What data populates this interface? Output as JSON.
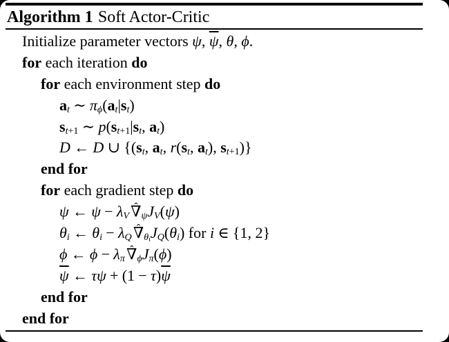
{
  "colors": {
    "background": "#000000",
    "card": "#ffffff",
    "ink": "#000000"
  },
  "header": {
    "label": "Algorithm 1",
    "title": "Soft Actor-Critic"
  },
  "algorithm": {
    "lines": [
      {
        "indent": 0,
        "segments": [
          {
            "t": "Initialize parameter vectors ",
            "s": "rm"
          },
          {
            "t": "ψ",
            "s": "it"
          },
          {
            "t": ", ",
            "s": "rm"
          },
          {
            "t": "ψ",
            "s": "bar"
          },
          {
            "t": ", ",
            "s": "rm"
          },
          {
            "t": "θ",
            "s": "it"
          },
          {
            "t": ", ",
            "s": "rm"
          },
          {
            "t": "ϕ",
            "s": "it"
          },
          {
            "t": ".",
            "s": "rm"
          }
        ]
      },
      {
        "indent": 0,
        "segments": [
          {
            "t": "for",
            "s": "kw"
          },
          {
            "t": " each iteration ",
            "s": "rm"
          },
          {
            "t": "do",
            "s": "kw"
          }
        ]
      },
      {
        "indent": 1,
        "segments": [
          {
            "t": "for",
            "s": "kw"
          },
          {
            "t": " each environment step ",
            "s": "rm"
          },
          {
            "t": "do",
            "s": "kw"
          }
        ]
      },
      {
        "indent": 2,
        "segments": [
          {
            "t": "a",
            "s": "bf"
          },
          {
            "t": "t",
            "s": "sub"
          },
          {
            "t": "∼",
            "s": "op"
          },
          {
            "t": "π",
            "s": "it"
          },
          {
            "t": "ϕ",
            "s": "sub"
          },
          {
            "t": "(",
            "s": "rm"
          },
          {
            "t": "a",
            "s": "bf"
          },
          {
            "t": "t",
            "s": "sub"
          },
          {
            "t": "|",
            "s": "rm"
          },
          {
            "t": "s",
            "s": "bf"
          },
          {
            "t": "t",
            "s": "sub"
          },
          {
            "t": ")",
            "s": "rm"
          }
        ]
      },
      {
        "indent": 2,
        "segments": [
          {
            "t": "s",
            "s": "bf"
          },
          {
            "t": "t",
            "s": "sub"
          },
          {
            "t": "+1",
            "s": "subrm"
          },
          {
            "t": "∼",
            "s": "op"
          },
          {
            "t": "p",
            "s": "it"
          },
          {
            "t": "(",
            "s": "rm"
          },
          {
            "t": "s",
            "s": "bf"
          },
          {
            "t": "t",
            "s": "sub"
          },
          {
            "t": "+1",
            "s": "subrm"
          },
          {
            "t": "|",
            "s": "rm"
          },
          {
            "t": "s",
            "s": "bf"
          },
          {
            "t": "t",
            "s": "sub"
          },
          {
            "t": ", ",
            "s": "rm"
          },
          {
            "t": "a",
            "s": "bf"
          },
          {
            "t": "t",
            "s": "sub"
          },
          {
            "t": ")",
            "s": "rm"
          }
        ]
      },
      {
        "indent": 2,
        "segments": [
          {
            "t": "D",
            "s": "cal"
          },
          {
            "t": "←",
            "s": "op"
          },
          {
            "t": "D",
            "s": "cal"
          },
          {
            "t": "∪",
            "s": "op"
          },
          {
            "t": "{(",
            "s": "rm"
          },
          {
            "t": "s",
            "s": "bf"
          },
          {
            "t": "t",
            "s": "sub"
          },
          {
            "t": ", ",
            "s": "rm"
          },
          {
            "t": "a",
            "s": "bf"
          },
          {
            "t": "t",
            "s": "sub"
          },
          {
            "t": ", ",
            "s": "rm"
          },
          {
            "t": "r",
            "s": "it"
          },
          {
            "t": "(",
            "s": "rm"
          },
          {
            "t": "s",
            "s": "bf"
          },
          {
            "t": "t",
            "s": "sub"
          },
          {
            "t": ", ",
            "s": "rm"
          },
          {
            "t": "a",
            "s": "bf"
          },
          {
            "t": "t",
            "s": "sub"
          },
          {
            "t": "), ",
            "s": "rm"
          },
          {
            "t": "s",
            "s": "bf"
          },
          {
            "t": "t",
            "s": "sub"
          },
          {
            "t": "+1",
            "s": "subrm"
          },
          {
            "t": ")}",
            "s": "rm"
          }
        ]
      },
      {
        "indent": 1,
        "segments": [
          {
            "t": "end for",
            "s": "kw"
          }
        ]
      },
      {
        "indent": 1,
        "segments": [
          {
            "t": "for",
            "s": "kw"
          },
          {
            "t": " each gradient step ",
            "s": "rm"
          },
          {
            "t": "do",
            "s": "kw"
          }
        ]
      },
      {
        "indent": 2,
        "segments": [
          {
            "t": "ψ",
            "s": "it"
          },
          {
            "t": "←",
            "s": "op"
          },
          {
            "t": "ψ",
            "s": "it"
          },
          {
            "t": "−",
            "s": "op"
          },
          {
            "t": "λ",
            "s": "it"
          },
          {
            "t": "V",
            "s": "sub"
          },
          {
            "t": "∇",
            "s": "hat"
          },
          {
            "t": "ψ",
            "s": "sub"
          },
          {
            "t": "J",
            "s": "it"
          },
          {
            "t": "V",
            "s": "sub"
          },
          {
            "t": "(",
            "s": "rm"
          },
          {
            "t": "ψ",
            "s": "it"
          },
          {
            "t": ")",
            "s": "rm"
          }
        ]
      },
      {
        "indent": 2,
        "segments": [
          {
            "t": "θ",
            "s": "it"
          },
          {
            "t": "i",
            "s": "sub"
          },
          {
            "t": "←",
            "s": "op"
          },
          {
            "t": "θ",
            "s": "it"
          },
          {
            "t": "i",
            "s": "sub"
          },
          {
            "t": "−",
            "s": "op"
          },
          {
            "t": "λ",
            "s": "it"
          },
          {
            "t": "Q",
            "s": "sub"
          },
          {
            "t": "∇",
            "s": "hat"
          },
          {
            "t": "θ",
            "s": "sub"
          },
          {
            "t": "i",
            "s": "subsub"
          },
          {
            "t": "J",
            "s": "it"
          },
          {
            "t": "Q",
            "s": "sub"
          },
          {
            "t": "(",
            "s": "rm"
          },
          {
            "t": "θ",
            "s": "it"
          },
          {
            "t": "i",
            "s": "sub"
          },
          {
            "t": ")",
            "s": "rm"
          },
          {
            "t": " for ",
            "s": "rm"
          },
          {
            "t": "i",
            "s": "it"
          },
          {
            "t": "∈",
            "s": "op"
          },
          {
            "t": "{1, 2}",
            "s": "rm"
          }
        ]
      },
      {
        "indent": 2,
        "segments": [
          {
            "t": "ϕ",
            "s": "it"
          },
          {
            "t": "←",
            "s": "op"
          },
          {
            "t": "ϕ",
            "s": "it"
          },
          {
            "t": "−",
            "s": "op"
          },
          {
            "t": "λ",
            "s": "it"
          },
          {
            "t": "π",
            "s": "sub"
          },
          {
            "t": "∇",
            "s": "hat"
          },
          {
            "t": "ϕ",
            "s": "sub"
          },
          {
            "t": "J",
            "s": "it"
          },
          {
            "t": "π",
            "s": "sub"
          },
          {
            "t": "(",
            "s": "rm"
          },
          {
            "t": "ϕ",
            "s": "it"
          },
          {
            "t": ")",
            "s": "rm"
          }
        ]
      },
      {
        "indent": 2,
        "segments": [
          {
            "t": "ψ",
            "s": "bar"
          },
          {
            "t": "←",
            "s": "op"
          },
          {
            "t": "τ",
            "s": "it"
          },
          {
            "t": "ψ",
            "s": "it"
          },
          {
            "t": "+",
            "s": "op"
          },
          {
            "t": "(1",
            "s": "rm"
          },
          {
            "t": "−",
            "s": "op"
          },
          {
            "t": "τ",
            "s": "it"
          },
          {
            "t": ")",
            "s": "rm"
          },
          {
            "t": "ψ",
            "s": "bar"
          }
        ]
      },
      {
        "indent": 1,
        "segments": [
          {
            "t": "end for",
            "s": "kw"
          }
        ]
      },
      {
        "indent": 0,
        "segments": [
          {
            "t": "end for",
            "s": "kw"
          }
        ]
      }
    ]
  }
}
